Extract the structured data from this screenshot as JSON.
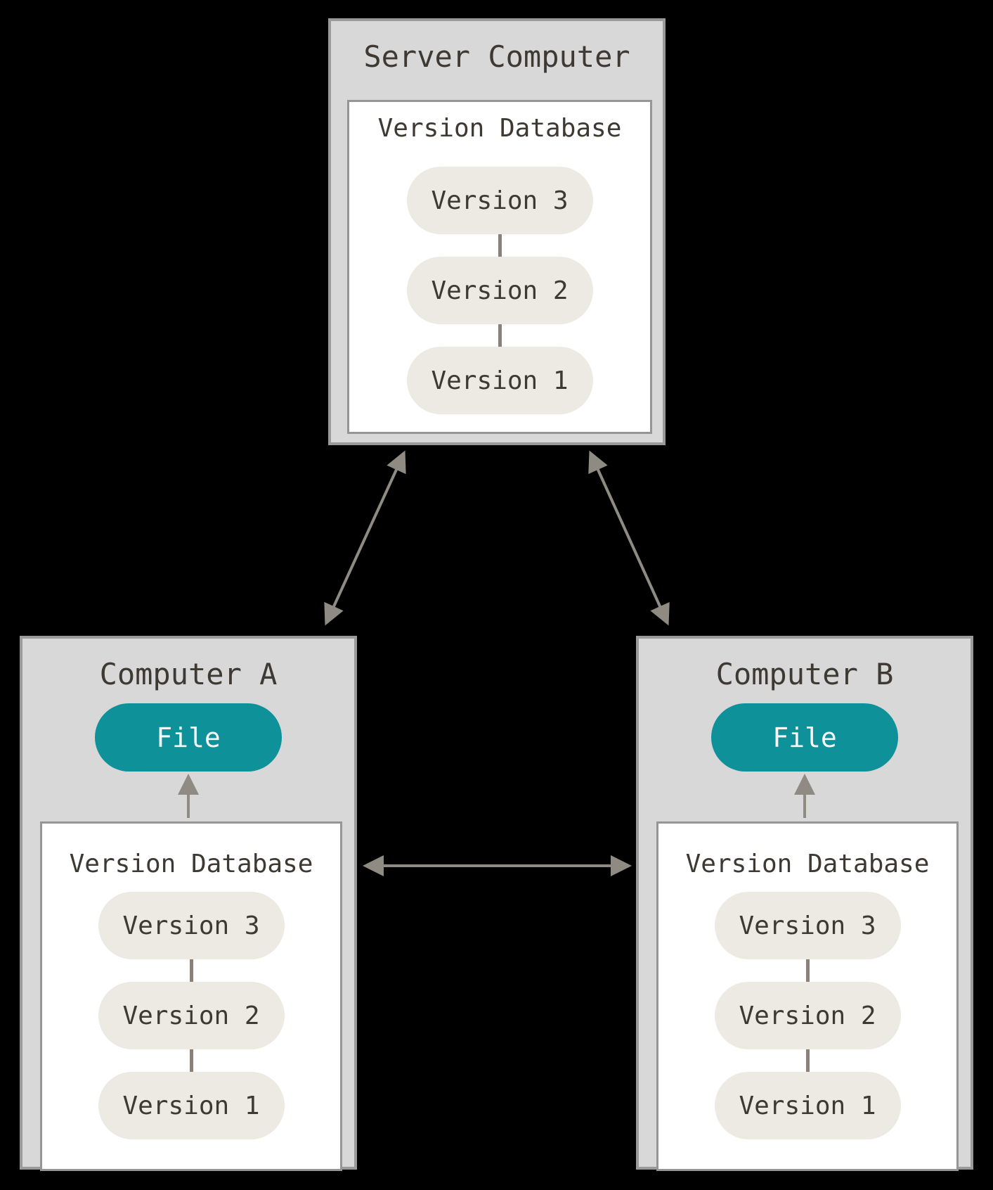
{
  "diagram": {
    "type": "distributed-version-control-diagram",
    "colors": {
      "background": "#000000",
      "computer_box_fill": "#d8d8d8",
      "computer_box_border": "#9a9a9a",
      "database_box_fill": "#ffffff",
      "database_box_border": "#969696",
      "version_pill_fill": "#eceae2",
      "file_pill_fill": "#0e9199",
      "file_pill_text": "#f7f7f7",
      "text": "#3f3933",
      "arrow": "#8f8a82"
    },
    "server": {
      "title": "Server Computer",
      "database_label": "Version Database",
      "versions": [
        "Version 3",
        "Version 2",
        "Version 1"
      ]
    },
    "computer_a": {
      "title": "Computer A",
      "file_label": "File",
      "database_label": "Version Database",
      "versions": [
        "Version 3",
        "Version 2",
        "Version 1"
      ]
    },
    "computer_b": {
      "title": "Computer B",
      "file_label": "File",
      "database_label": "Version Database",
      "versions": [
        "Version 3",
        "Version 2",
        "Version 1"
      ]
    },
    "connections": [
      "server-to-computer-a-bidirectional",
      "server-to-computer-b-bidirectional",
      "computer-a-to-computer-b-bidirectional",
      "computer-a-database-to-file",
      "computer-b-database-to-file"
    ]
  }
}
